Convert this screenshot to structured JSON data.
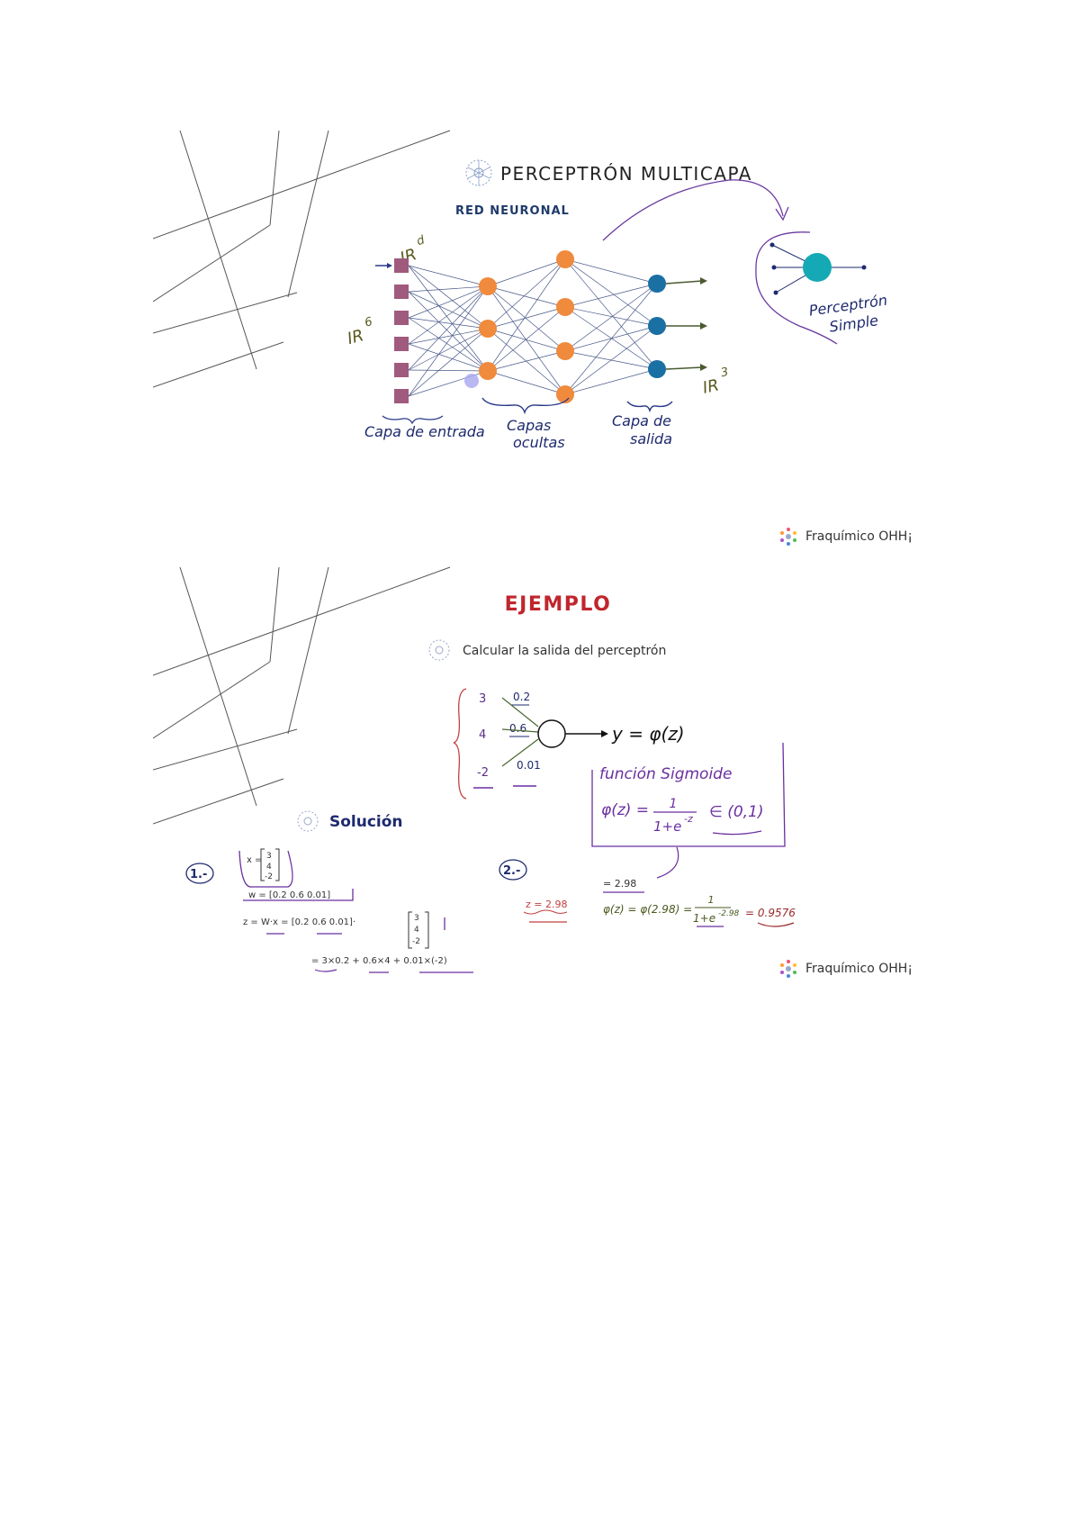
{
  "slide1": {
    "title": "PERCEPTRÓN MULTICAPA",
    "subtitle": "RED NEURONAL",
    "input_space": "IR",
    "input_space_exp": "d",
    "input_dim_label": "IR",
    "input_dim_exp": "6",
    "output_dim_label": "IR",
    "output_dim_exp": "3",
    "input_layer_label": "Capa de entrada",
    "hidden_layers_label_1": "Capas",
    "hidden_layers_label_2": "ocultas",
    "output_layer_label_1": "Capa de",
    "output_layer_label_2": "salida",
    "perceptron_label_1": "Perceptrón",
    "perceptron_label_2": "Simple",
    "footer": "Fraquímico OHH¡",
    "colors": {
      "title": "#222222",
      "subtitle": "#1f3a6b",
      "input_node": "#a05a7d",
      "hidden_node": "#f08a3c",
      "output_node": "#1a6fa3",
      "perceptron_node": "#14a9b5",
      "annotation": "#5a2d8a"
    }
  },
  "slide2": {
    "title": "EJEMPLO",
    "task": "Calcular la salida del perceptrón",
    "inputs": [
      "3",
      "4",
      "-2"
    ],
    "weights": [
      "0.2",
      "0.6",
      "0.01"
    ],
    "output_eq": "y = φ(z)",
    "sigmoid_title": "función Sigmoide",
    "sigmoid_lhs": "φ(z) =",
    "sigmoid_num": "1",
    "sigmoid_den": "1+e",
    "sigmoid_den_exp": "-z",
    "sigmoid_range": "∈ (0,1)",
    "solution_title": "Solución",
    "step1_label": "1.-",
    "step1_x": "x =",
    "step1_x_vec": [
      "3",
      "4",
      "-2"
    ],
    "step1_w": "w = [0.2  0.6  0.01]",
    "step1_z": "z = W·x = [0.2  0.6  0.01]·",
    "step1_z_vec": [
      "3",
      "4",
      "-2"
    ],
    "step1_expand": "= 3×0.2 + 0.6×4 + 0.01×(-2)",
    "step2_label": "2.-",
    "step2_sum": "= 2.98",
    "step2_z": "z = 2.98",
    "step2_phi": "φ(z) = φ(2.98) =",
    "step2_num": "1",
    "step2_den": "1+e",
    "step2_den_exp": "-2.98",
    "step2_result": "= 0.9576",
    "footer": "Fraquímico OHH¡",
    "colors": {
      "title": "#c0262d",
      "handwriting": "#2b2b2b",
      "annotation": "#6a2fa0",
      "underline": "#6a2fa0",
      "result": "#9a2a2a"
    }
  }
}
